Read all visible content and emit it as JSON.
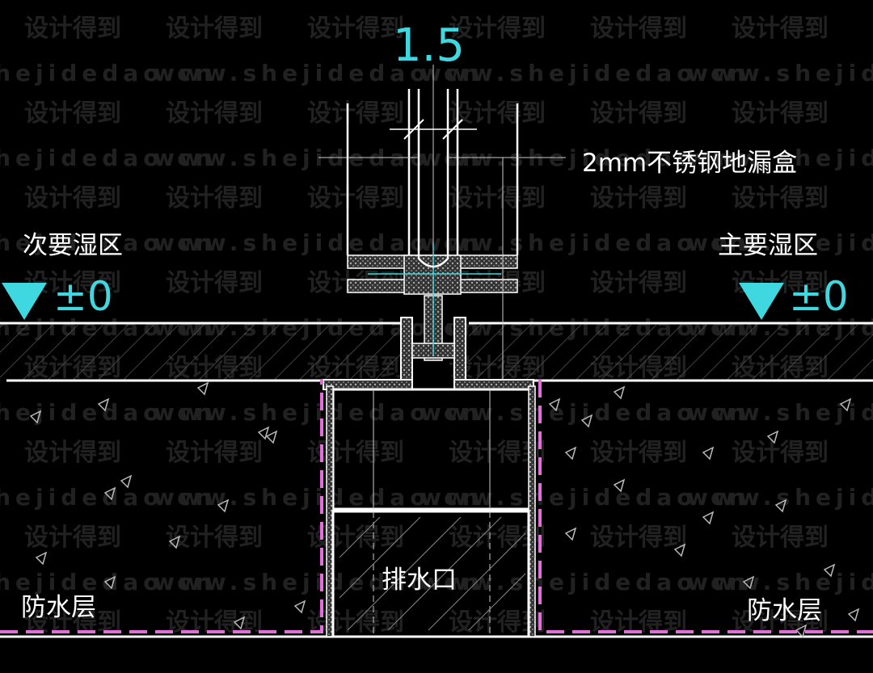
{
  "labels": {
    "dimension": "1.5",
    "floor_drain_box": "2mm不锈钢地漏盒",
    "secondary_wet_zone": "次要湿区",
    "primary_wet_zone": "主要湿区",
    "level_left": "±0",
    "level_right": "±0",
    "drain_outlet": "排水口",
    "waterproof_left": "防水层",
    "waterproof_right": "防水层"
  },
  "watermark": {
    "text_cn": "设计得到",
    "text_url": "www.shejidedao.cn"
  },
  "colors": {
    "background": "#000000",
    "line": "#ffffff",
    "accent_cyan": "#3fd8e0",
    "waterproof_magenta": "#e070d8",
    "hatch": "#777777"
  }
}
